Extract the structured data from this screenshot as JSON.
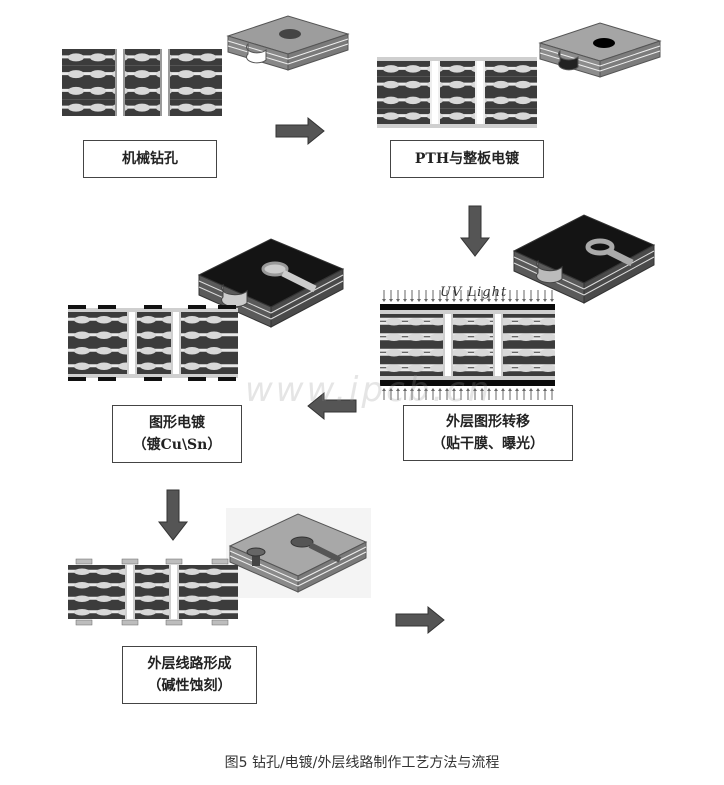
{
  "steps": [
    {
      "label_lines": [
        "机械钻孔"
      ]
    },
    {
      "label_lines": [
        "PTH与整板电镀"
      ]
    },
    {
      "label_lines": [
        "外层图形转移",
        "（贴干膜、曝光）"
      ]
    },
    {
      "label_lines": [
        "图形电镀",
        "（镀Cu\\Sn）"
      ]
    },
    {
      "label_lines": [
        "外层线路形成",
        "（碱性蚀刻）"
      ]
    }
  ],
  "uv_label": "UV Light",
  "watermark": "www.ipcb.cn",
  "caption": "图5 钻孔/电镀/外层线路制作工艺方法与流程",
  "colors": {
    "arrow": "#555555",
    "board_dark": "#1a1a1a",
    "board_gray": "#9a9a9a"
  }
}
